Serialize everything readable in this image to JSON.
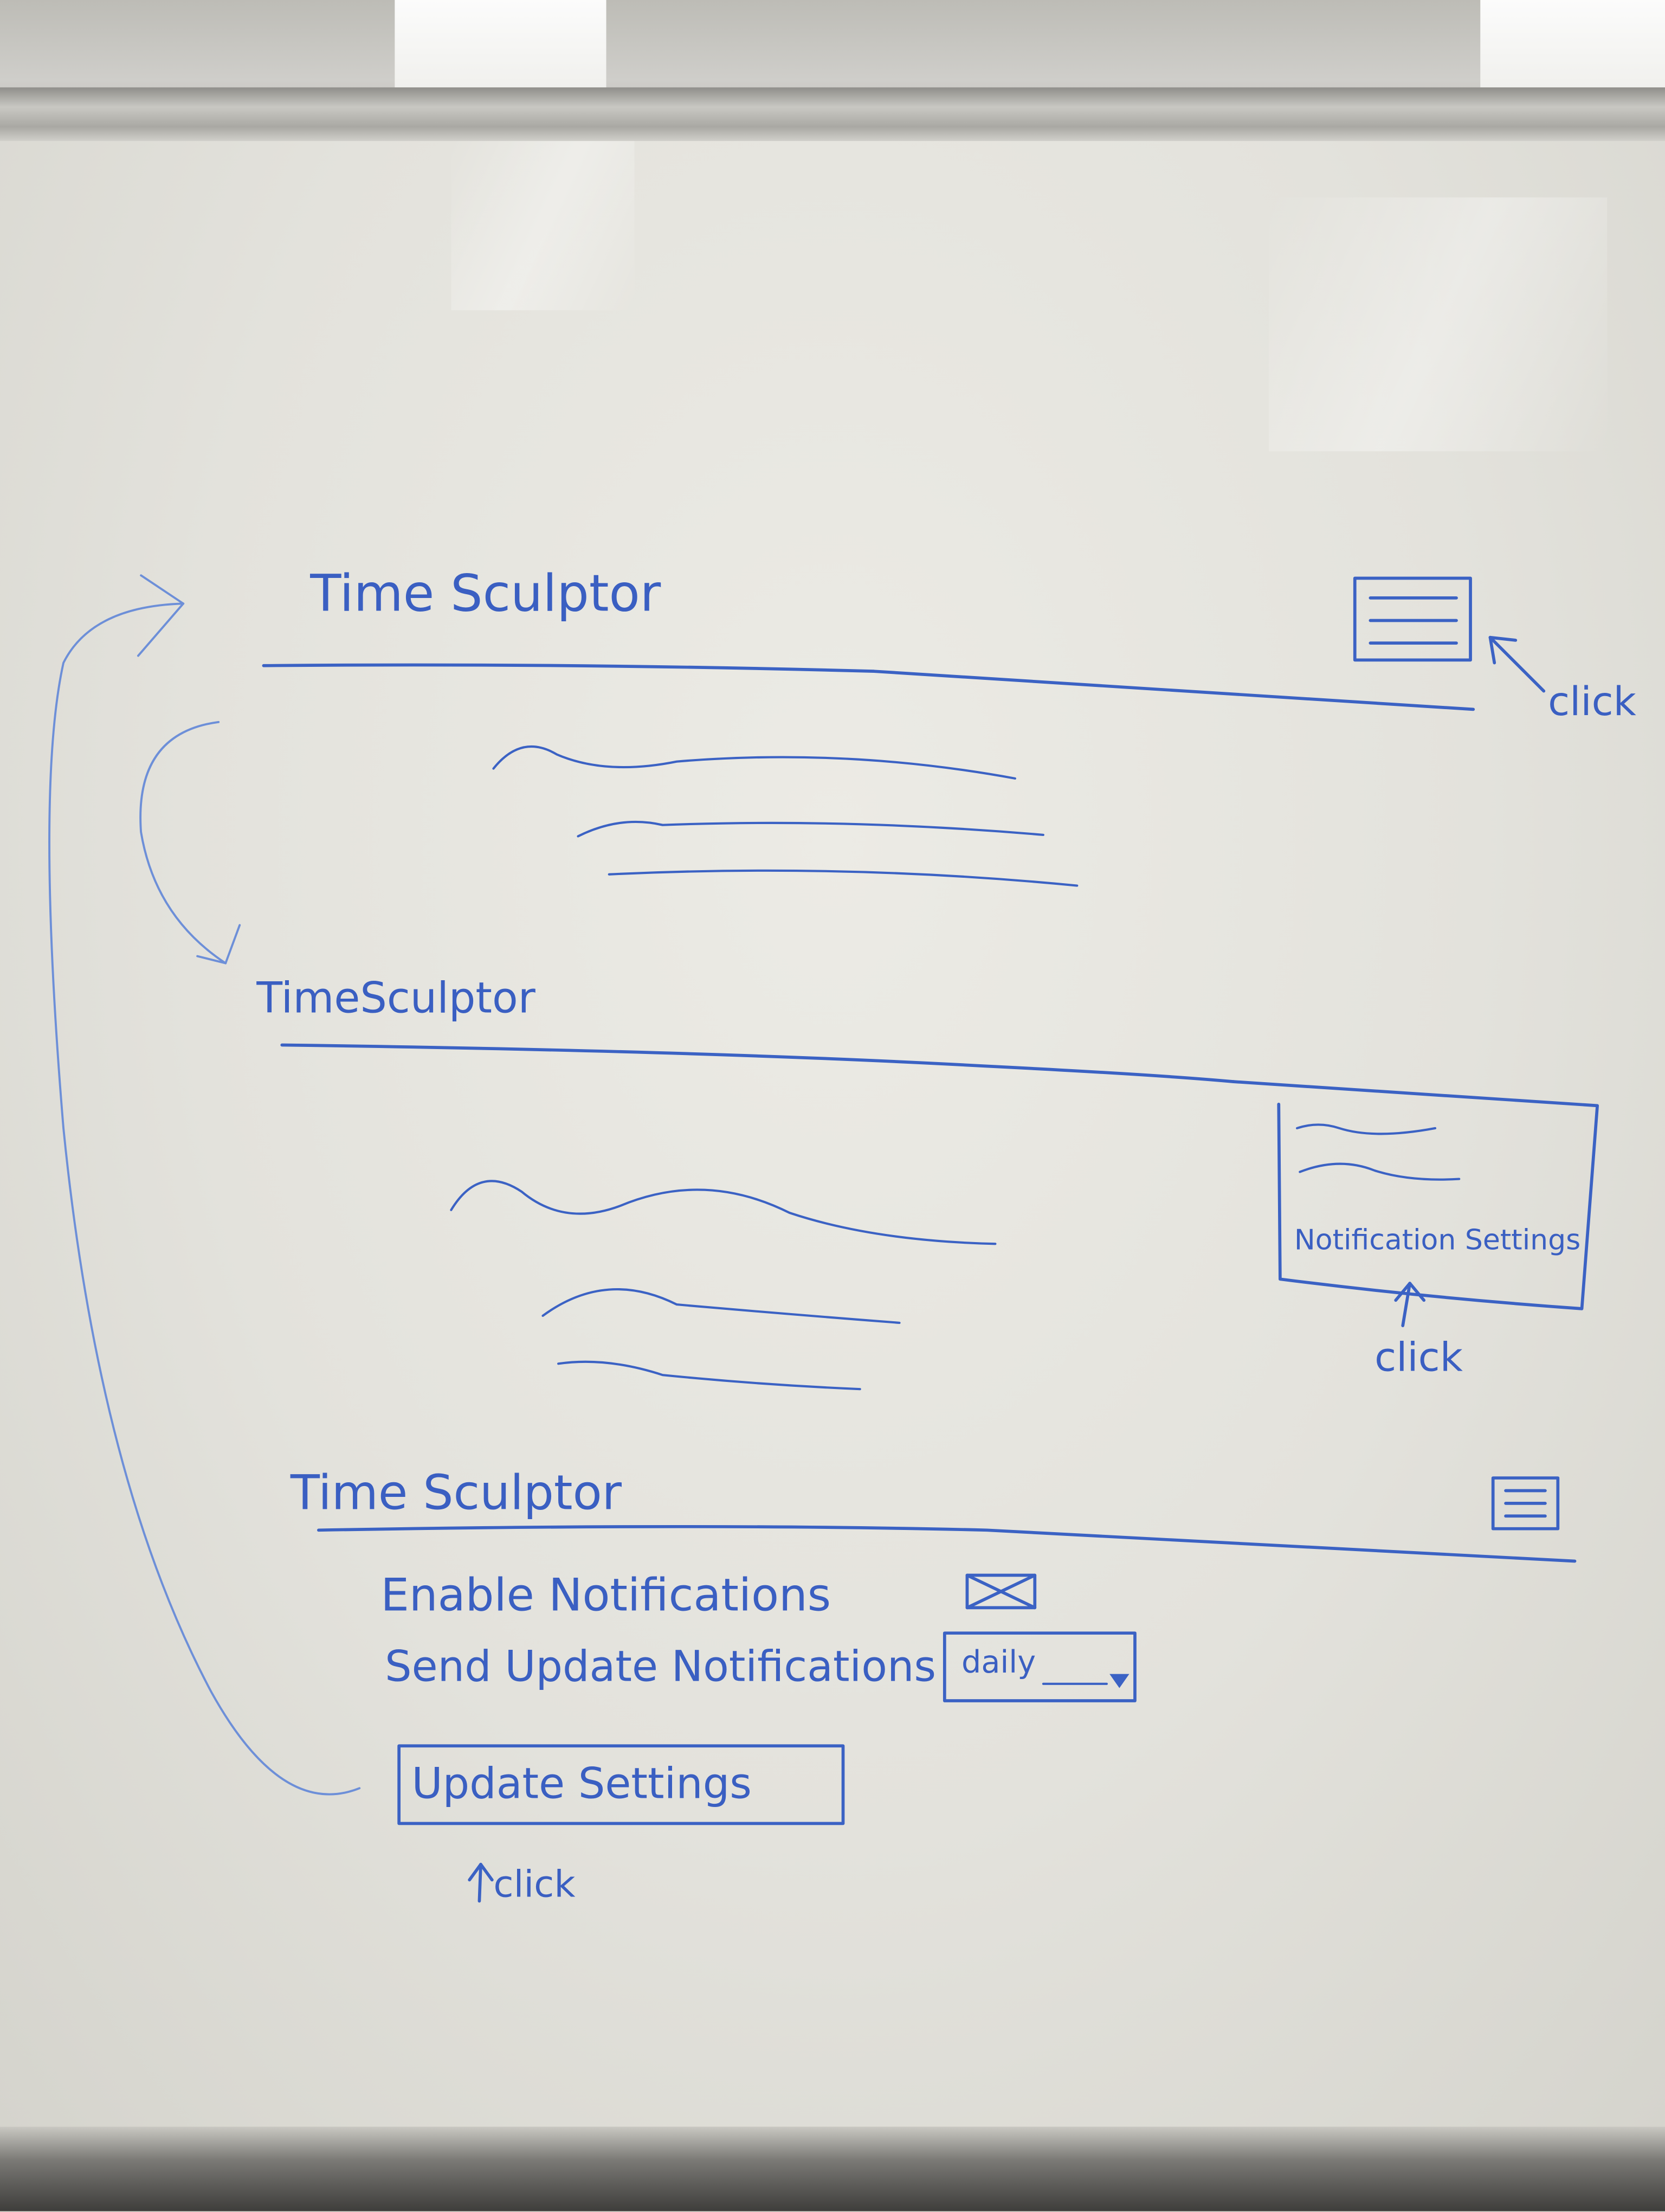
{
  "screen1": {
    "app_title": "Time Sculptor",
    "menu_icon": "hamburger-menu-icon",
    "click_note": "click"
  },
  "screen2": {
    "app_title": "TimeSculptor",
    "dropdown_item": "Notification Settings",
    "click_note": "click"
  },
  "screen3": {
    "app_title": "Time Sculptor",
    "menu_icon": "hamburger-menu-icon",
    "enable_label": "Enable Notifications",
    "enable_checkbox_icon": "checked-box-icon",
    "frequency_label": "Send Update Notifications",
    "frequency_value": "daily",
    "update_button_label": "Update Settings",
    "click_note": "click"
  },
  "colors": {
    "marker_ink": "#3b62c4",
    "board": "#e6e5df"
  }
}
